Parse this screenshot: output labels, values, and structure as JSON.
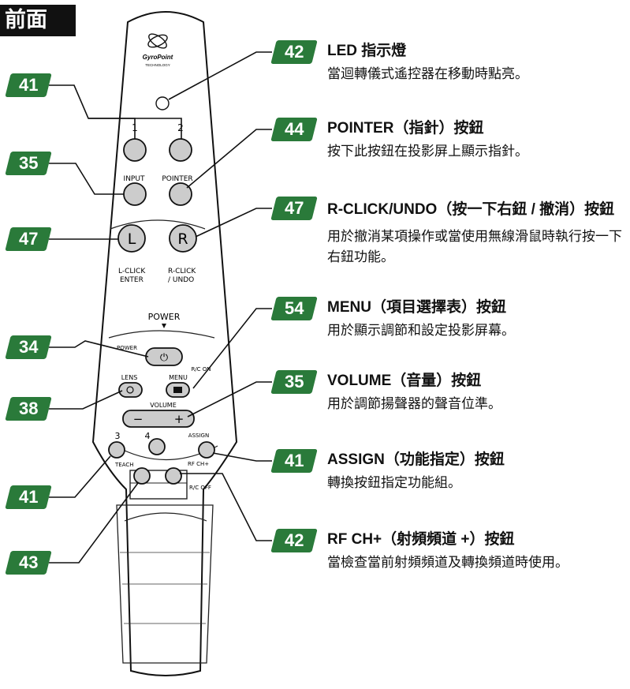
{
  "section_tab": "前面",
  "remote": {
    "brand_line1": "GyroPoint",
    "brand_line2": "TECHNOLOGY",
    "btn_1": "1",
    "btn_2": "2",
    "input_label": "INPUT",
    "pointer_label": "POINTER",
    "left_button": "L",
    "right_button": "R",
    "lclick_line1": "L-CLICK",
    "lclick_line2": "ENTER",
    "rclick_line1": "R-CLICK",
    "rclick_line2": "/ UNDO",
    "power_title": "POWER",
    "power_small": "POWER",
    "rc_on": "R/C ON",
    "lens_label": "LENS",
    "menu_label": "MENU",
    "volume_label": "VOLUME",
    "vol_minus": "−",
    "vol_plus": "+",
    "btn_3": "3",
    "btn_4": "4",
    "assign_label": "ASSIGN",
    "teach_label": "TEACH",
    "rfch_label": "RF CH+",
    "rc_off": "R/C OFF"
  },
  "badges_left": [
    "41",
    "35",
    "47",
    "34",
    "38",
    "41",
    "43"
  ],
  "badges_right": [
    "42",
    "44",
    "47",
    "54",
    "35",
    "41",
    "42"
  ],
  "items": [
    {
      "title": "LED 指示燈",
      "body": "當迴轉儀式遙控器在移動時點亮。"
    },
    {
      "title": "POINTER（指針）按鈕",
      "body": "按下此按鈕在投影屏上顯示指針。"
    },
    {
      "title": "R-CLICK/UNDO（按一下右鈕 / 撤消）按鈕",
      "body": "用於撤消某項操作或當使用無線滑鼠時執行按一下右鈕功能。"
    },
    {
      "title": "MENU（項目選擇表）按鈕",
      "body": "用於顯示調節和設定投影屏幕。"
    },
    {
      "title": "VOLUME（音量）按鈕",
      "body": "用於調節揚聲器的聲音位準。"
    },
    {
      "title": "ASSIGN（功能指定）按鈕",
      "body": "轉換按鈕指定功能組。"
    },
    {
      "title": "RF CH+（射頻頻道 +）按鈕",
      "body": "當檢查當前射頻頻道及轉換頻道時使用。"
    }
  ]
}
